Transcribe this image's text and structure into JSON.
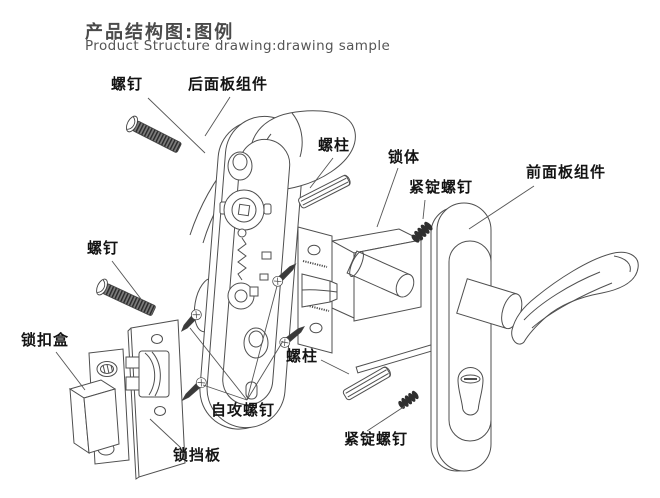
{
  "header": {
    "title_zh": "产品结构图:图例",
    "title_en": "Product Structure drawing:drawing sample"
  },
  "parts": [
    {
      "id": "screw-top",
      "label": "螺钉"
    },
    {
      "id": "rear-panel-assembly",
      "label": "后面板组件"
    },
    {
      "id": "stud-top",
      "label": "螺柱"
    },
    {
      "id": "lock-body",
      "label": "锁体"
    },
    {
      "id": "set-screw-top",
      "label": "紧锭螺钉"
    },
    {
      "id": "front-panel-assembly",
      "label": "前面板组件"
    },
    {
      "id": "screw-left",
      "label": "螺钉"
    },
    {
      "id": "strike-box",
      "label": "锁扣盒"
    },
    {
      "id": "stud-bottom",
      "label": "螺柱"
    },
    {
      "id": "self-tapping-screw",
      "label": "自攻螺钉"
    },
    {
      "id": "strike-plate",
      "label": "锁挡板"
    },
    {
      "id": "set-screw-bottom",
      "label": "紧锭螺钉"
    }
  ],
  "colors": {
    "line": "#4f4f4f",
    "label_text": "#141414",
    "title_text": "#4a4a4a",
    "background": "#ffffff",
    "screw_thread_dark": "#2c2c2c"
  }
}
